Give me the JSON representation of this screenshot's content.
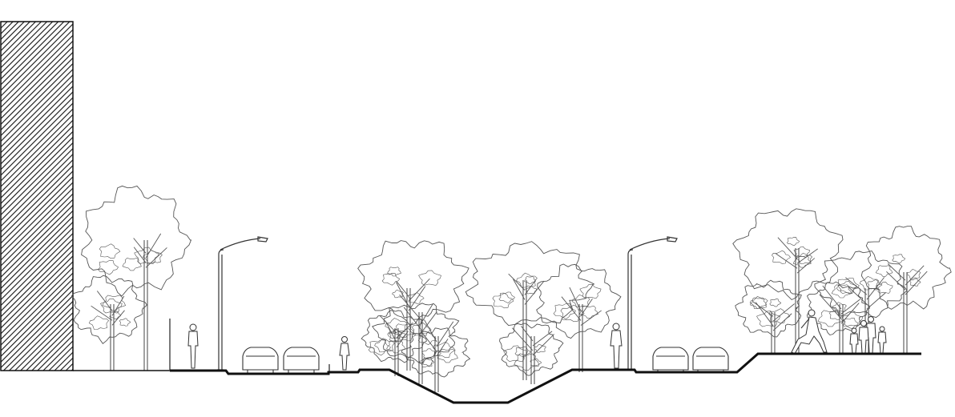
{
  "drawing": {
    "type": "street cross-section",
    "colors": {
      "line": "#222222",
      "ground": "#111111",
      "foliage": "#555555",
      "background": "#ffffff"
    },
    "elements": [
      "building-hatched-wall",
      "tree",
      "street-lamp",
      "pedestrian",
      "parked-car",
      "bioswale-channel",
      "jogger",
      "family-group"
    ]
  }
}
